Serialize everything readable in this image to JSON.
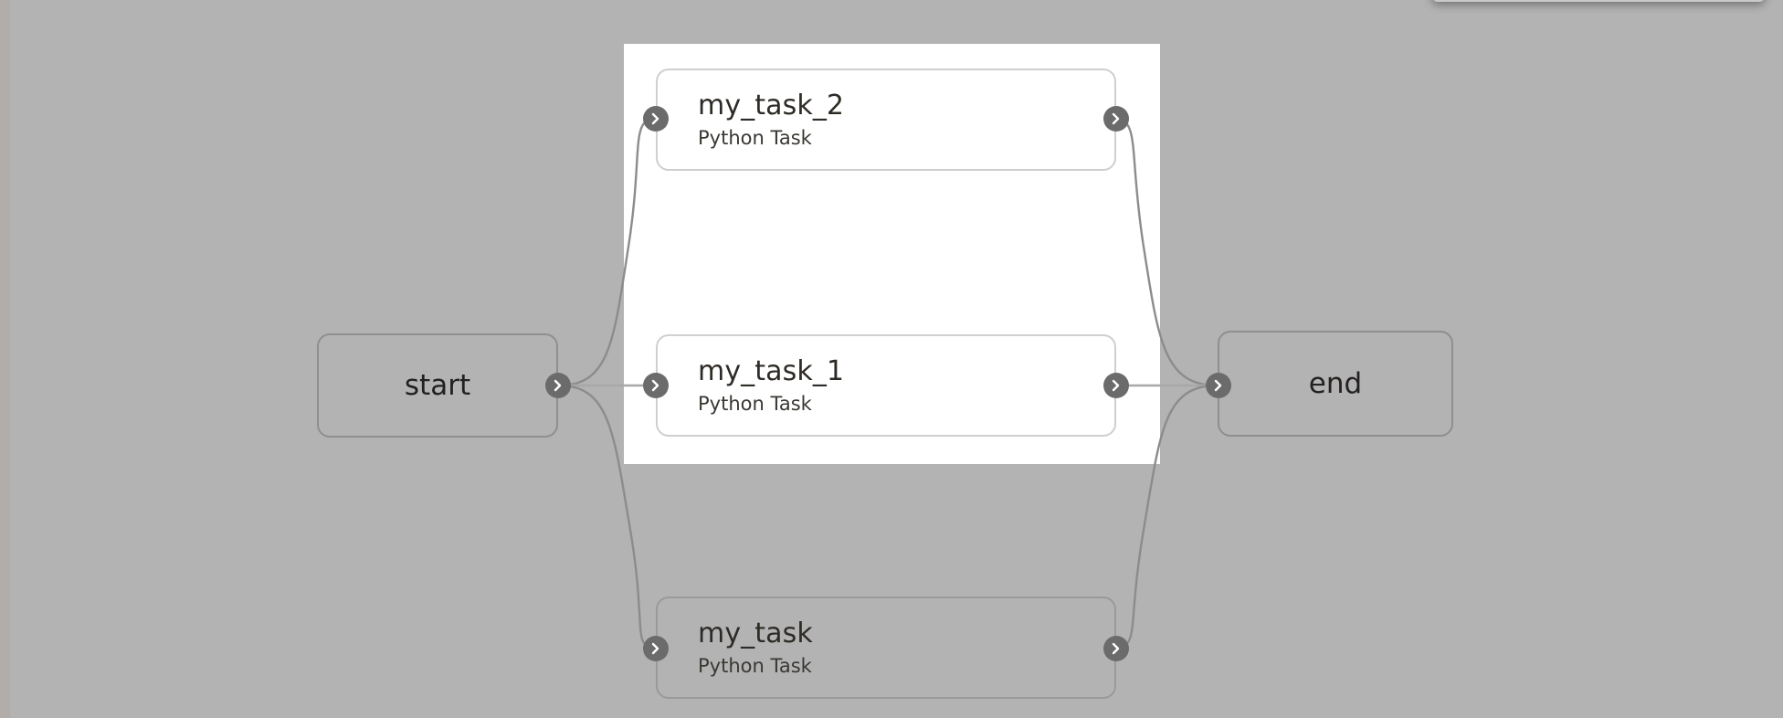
{
  "canvas": {
    "background_color": "#b3b3b3",
    "panel_background_color": "#ffffff",
    "node_border_color": "#c4c4c4",
    "handle_color": "#6b6b6b",
    "edge_color": "#8c8c8c"
  },
  "graph": {
    "type": "dag-task-graph",
    "nodes": [
      {
        "id": "start",
        "label": "start",
        "subtitle": "",
        "kind": "terminal"
      },
      {
        "id": "my_task_2",
        "label": "my_task_2",
        "subtitle": "Python Task",
        "kind": "task"
      },
      {
        "id": "my_task_1",
        "label": "my_task_1",
        "subtitle": "Python Task",
        "kind": "task"
      },
      {
        "id": "my_task",
        "label": "my_task",
        "subtitle": "Python Task",
        "kind": "task"
      },
      {
        "id": "end",
        "label": "end",
        "subtitle": "",
        "kind": "terminal"
      }
    ],
    "edges": [
      {
        "from": "start",
        "to": "my_task_2"
      },
      {
        "from": "start",
        "to": "my_task_1"
      },
      {
        "from": "start",
        "to": "my_task"
      },
      {
        "from": "my_task_2",
        "to": "end"
      },
      {
        "from": "my_task_1",
        "to": "end"
      },
      {
        "from": "my_task",
        "to": "end"
      }
    ]
  },
  "handles": {
    "icon": "chevron-right-icon"
  }
}
